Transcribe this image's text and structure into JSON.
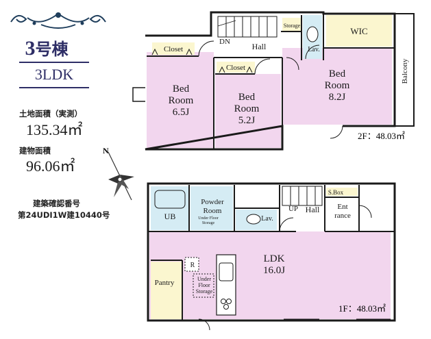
{
  "title": {
    "unit_number": "3",
    "unit_suffix": "号棟",
    "layout_type": "3LDK"
  },
  "specs": {
    "land_area_label": "土地面積（実測）",
    "land_area_value": "135.34㎡",
    "building_area_label": "建物面積",
    "building_area_value": "96.06㎡",
    "permit_label": "建築確認番号",
    "permit_value": "第24UDI1W建10440号"
  },
  "compass": {
    "north_label": "N"
  },
  "floor2": {
    "area_label": "2F：48.03㎡",
    "rooms": {
      "bed1": [
        "Bed",
        "Room",
        "6.5J"
      ],
      "bed2": [
        "Bed",
        "Room",
        "5.2J"
      ],
      "bed3": [
        "Bed",
        "Room",
        "8.2J"
      ],
      "closet1": "Closet",
      "closet2": "Closet",
      "hall": "Hall",
      "dn": "DN",
      "storage": "Storage",
      "lav": "Lav.",
      "wic": "WIC",
      "balcony": "Balcony"
    }
  },
  "floor1": {
    "area_label": "1F：48.03㎡",
    "rooms": {
      "ub": "UB",
      "powder": [
        "Powder",
        "Room"
      ],
      "under_floor_storage_small": [
        "Under Floor",
        "Storage"
      ],
      "lav": "Lav.",
      "up": "UP",
      "hall": "Hall",
      "sbox": "S.Box",
      "entrance": [
        "Ent",
        "rance"
      ],
      "ldk": [
        "LDK",
        "16.0J"
      ],
      "pantry": "Pantry",
      "refrigerator": "R",
      "under_floor_storage": [
        "Under",
        "Floor",
        "Storage"
      ]
    }
  },
  "colors": {
    "bedroom": "#f2d6ee",
    "closet": "#fbf6cf",
    "wet_area": "#d5ecf4",
    "wall": "#1a1a1a",
    "title": "#2e2e66"
  }
}
